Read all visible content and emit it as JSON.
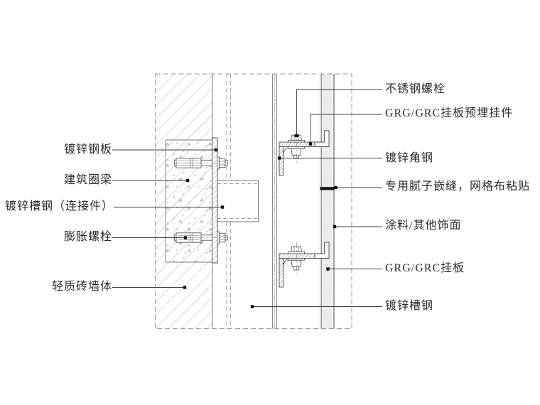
{
  "labels": {
    "left": [
      {
        "text": "镀锌钢板"
      },
      {
        "text": "建筑圈梁"
      },
      {
        "text": "镀锌槽钢（连接件）"
      },
      {
        "text": "膨胀螺栓"
      },
      {
        "text": "轻质砖墙体"
      }
    ],
    "right": [
      {
        "text": "不锈钢螺栓"
      },
      {
        "text": "GRG/GRC挂板预埋挂件"
      },
      {
        "text": "镀锌角钢"
      },
      {
        "text": "专用腻子嵌缝，网格布粘贴"
      },
      {
        "text": "涂料/其他饰面"
      },
      {
        "text": "GRG/GRC挂板"
      },
      {
        "text": "镀锌槽钢"
      }
    ]
  },
  "colors": {
    "background": "#ffffff",
    "hatch_gray": "#a8a8a8",
    "line_gray": "#777777",
    "steel_dark": "#4a4a4a",
    "leader": "#3f3f3f",
    "joint_seal_black": "#151515"
  }
}
